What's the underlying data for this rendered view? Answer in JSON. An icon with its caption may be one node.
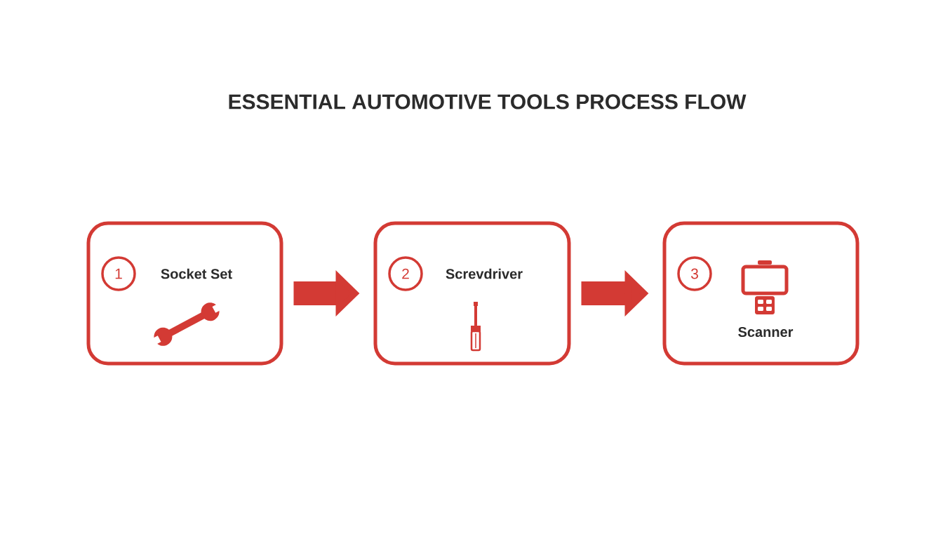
{
  "diagram": {
    "title": "ESSENTIAL AUTOMOTIVE TOOLS PROCESS FLOW",
    "nodes": [
      {
        "text": [
          "Socket Set"
        ]
      },
      {
        "text": [
          "1"
        ],
        "in": 0
      },
      {
        "text": [
          "Screvdriver"
        ]
      },
      {
        "text": [
          "2"
        ],
        "in": 2
      },
      {
        "text": [
          "Scanner"
        ]
      },
      {
        "text": [
          "3"
        ],
        "in": 4
      }
    ],
    "edges": [
      {
        "from": 0,
        "to": 2,
        "arrow": "to"
      },
      {
        "from": 2,
        "to": 4,
        "arrow": "to"
      }
    ]
  }
}
